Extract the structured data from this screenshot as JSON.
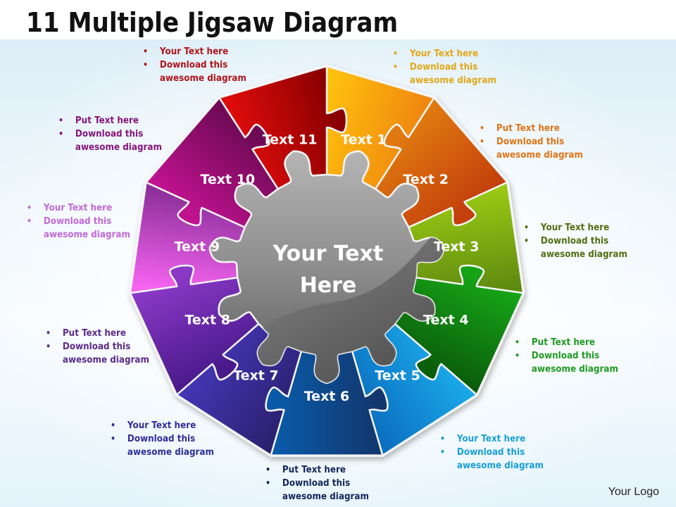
{
  "title": "11 Multiple Jigsaw Diagram",
  "center": {
    "line1": "Your Text",
    "line2": "Here"
  },
  "logo": "Your Logo",
  "pieces": [
    {
      "label": "Text 1",
      "color_light": "#ffc20e",
      "color_dark": "#f0870f"
    },
    {
      "label": "Text 2",
      "color_light": "#e07a10",
      "color_dark": "#c4400c"
    },
    {
      "label": "Text 3",
      "color_light": "#9ac813",
      "color_dark": "#5e8a10"
    },
    {
      "label": "Text 4",
      "color_light": "#16a316",
      "color_dark": "#0b5e0b"
    },
    {
      "label": "Text 5",
      "color_light": "#1aa8e8",
      "color_dark": "#0b6fc0"
    },
    {
      "label": "Text 6",
      "color_light": "#12376e",
      "color_dark": "#0a5aa8"
    },
    {
      "label": "Text 7",
      "color_light": "#2a2170",
      "color_dark": "#4435b3"
    },
    {
      "label": "Text 8",
      "color_light": "#4a1a8c",
      "color_dark": "#8a38c6"
    },
    {
      "label": "Text 9",
      "color_light": "#f865f2",
      "color_dark": "#8c2f9a"
    },
    {
      "label": "Text 10",
      "color_light": "#c0128f",
      "color_dark": "#6e0a55"
    },
    {
      "label": "Text 11",
      "color_light": "#e00c0c",
      "color_dark": "#8a0000"
    }
  ],
  "notes": [
    {
      "id": "n11",
      "color": "#b0141a",
      "bullet1": "Your Text  here",
      "bullet2a": "Download this",
      "bullet2b": "awesome diagram"
    },
    {
      "id": "n1",
      "color": "#e0a81a",
      "bullet1": "Your Text here",
      "bullet2a": "Download this",
      "bullet2b": "awesome diagram"
    },
    {
      "id": "n2",
      "color": "#e07418",
      "bullet1": "Put Text here",
      "bullet2a": "Download this",
      "bullet2b": "awesome diagram"
    },
    {
      "id": "n3",
      "color": "#4f6e12",
      "bullet1": "Your Text here",
      "bullet2a": "Download this",
      "bullet2b": "awesome diagram"
    },
    {
      "id": "n4",
      "color": "#1f9a22",
      "bullet1": "Put Text here",
      "bullet2a": "Download this",
      "bullet2b": "awesome diagram"
    },
    {
      "id": "n5",
      "color": "#1a9ed8",
      "bullet1": "Your Text  here",
      "bullet2a": "Download this",
      "bullet2b": "awesome diagram"
    },
    {
      "id": "n6",
      "color": "#13265a",
      "bullet1": "Put Text  here",
      "bullet2a": "Download this",
      "bullet2b": "awesome diagram"
    },
    {
      "id": "n7",
      "color": "#2e2e98",
      "bullet1": "Your Text  here",
      "bullet2a": "Download this",
      "bullet2b": "awesome diagram"
    },
    {
      "id": "n8",
      "color": "#5b2a8a",
      "bullet1": "Put Text  here",
      "bullet2a": "Download this",
      "bullet2b": "awesome diagram"
    },
    {
      "id": "n9",
      "color": "#c06ad8",
      "bullet1": "Your Text  here",
      "bullet2a": "Download this",
      "bullet2b": "awesome diagram"
    },
    {
      "id": "n10",
      "color": "#86147a",
      "bullet1": "Put Text  here",
      "bullet2a": "Download this",
      "bullet2b": "awesome diagram"
    }
  ]
}
